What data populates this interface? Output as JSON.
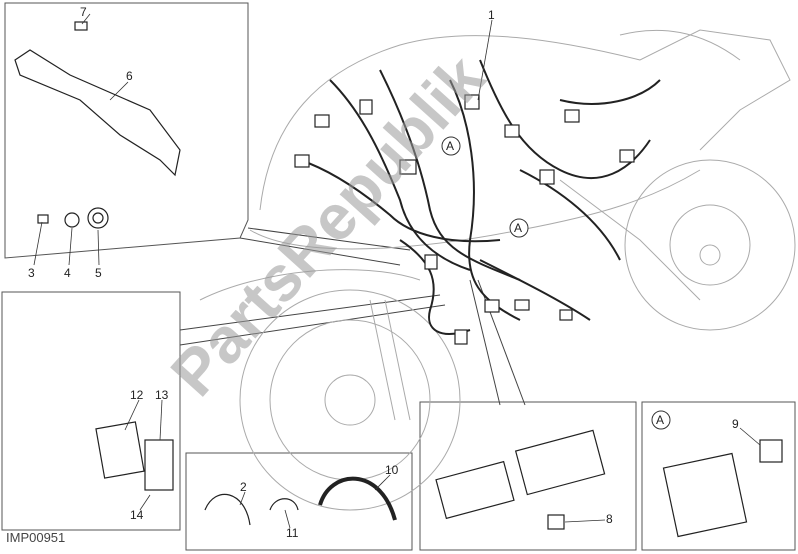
{
  "diagram": {
    "code": "IMP00951",
    "watermark": "PartsRepublik",
    "detail_marker": "A",
    "callouts": [
      "1",
      "2",
      "3",
      "4",
      "5",
      "6",
      "7",
      "8",
      "9",
      "10",
      "11",
      "12",
      "13",
      "14"
    ],
    "colors": {
      "line": "#222222",
      "outline": "#aaaaaa",
      "watermark": "#9a9a9a"
    }
  }
}
